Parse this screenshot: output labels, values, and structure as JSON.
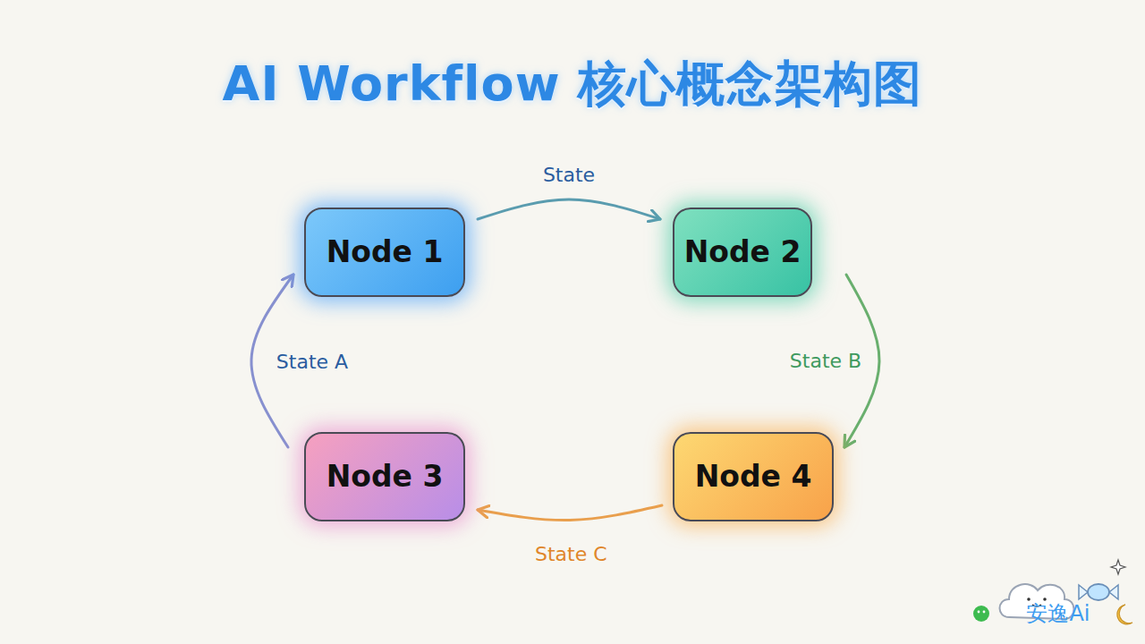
{
  "diagram": {
    "title": "AI Workflow 核心概念架构图",
    "nodes": [
      {
        "text": [
          "Node 1"
        ]
      },
      {
        "text": [
          "Node 2"
        ]
      },
      {
        "text": [
          "Node 3"
        ]
      },
      {
        "text": [
          "Node 4"
        ]
      }
    ],
    "edges": [
      {
        "from": 0,
        "to": 1,
        "arrow": "to",
        "label": "State"
      },
      {
        "from": 1,
        "to": 3,
        "arrow": "to",
        "label": "State B"
      },
      {
        "from": 3,
        "to": 2,
        "arrow": "to",
        "label": "State C"
      },
      {
        "from": 2,
        "to": 0,
        "arrow": "to",
        "label": "State A"
      }
    ],
    "labels": [
      "安逸Ai"
    ]
  }
}
